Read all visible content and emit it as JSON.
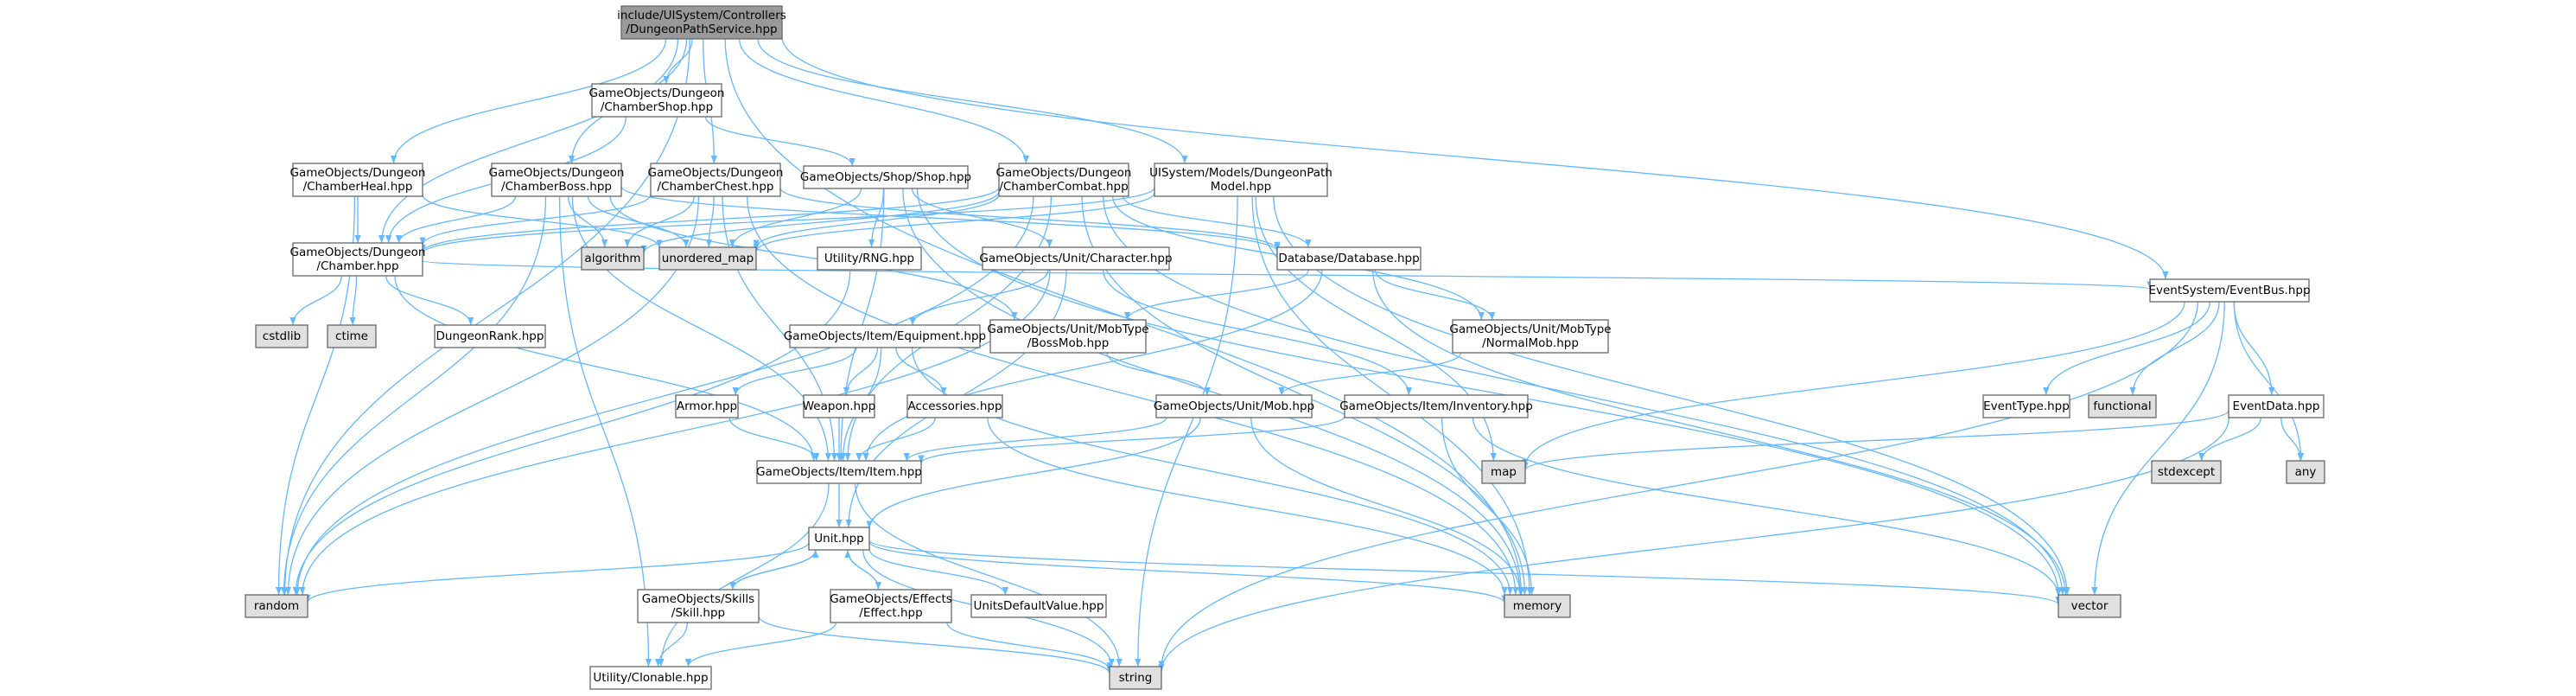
{
  "colors": {
    "edge": "#63b8ff",
    "node_border": "#666666",
    "node_fill": "#ffffff",
    "external_fill": "#e0e0e0",
    "root_fill": "#999999"
  },
  "graph": {
    "nodes": [
      {
        "id": "root",
        "lines": [
          "include/UISystem/Controllers",
          "/DungeonPathService.hpp"
        ],
        "kind": "root"
      },
      {
        "id": "chamberShop",
        "lines": [
          "GameObjects/Dungeon",
          "/ChamberShop.hpp"
        ],
        "kind": "file"
      },
      {
        "id": "chamberHeal",
        "lines": [
          "GameObjects/Dungeon",
          "/ChamberHeal.hpp"
        ],
        "kind": "file"
      },
      {
        "id": "chamberBoss",
        "lines": [
          "GameObjects/Dungeon",
          "/ChamberBoss.hpp"
        ],
        "kind": "file"
      },
      {
        "id": "chamberChest",
        "lines": [
          "GameObjects/Dungeon",
          "/ChamberChest.hpp"
        ],
        "kind": "file"
      },
      {
        "id": "shop",
        "lines": [
          "GameObjects/Shop/Shop.hpp"
        ],
        "kind": "file"
      },
      {
        "id": "chamberCombat",
        "lines": [
          "GameObjects/Dungeon",
          "/ChamberCombat.hpp"
        ],
        "kind": "file"
      },
      {
        "id": "dpModel",
        "lines": [
          "UISystem/Models/DungeonPath",
          "Model.hpp"
        ],
        "kind": "file"
      },
      {
        "id": "chamber",
        "lines": [
          "GameObjects/Dungeon",
          "/Chamber.hpp"
        ],
        "kind": "file"
      },
      {
        "id": "algorithm",
        "lines": [
          "algorithm"
        ],
        "kind": "external"
      },
      {
        "id": "unordered_map",
        "lines": [
          "unordered_map"
        ],
        "kind": "external"
      },
      {
        "id": "rng",
        "lines": [
          "Utility/RNG.hpp"
        ],
        "kind": "file"
      },
      {
        "id": "character",
        "lines": [
          "GameObjects/Unit/Character.hpp"
        ],
        "kind": "file"
      },
      {
        "id": "database",
        "lines": [
          "Database/Database.hpp"
        ],
        "kind": "file"
      },
      {
        "id": "cstdlib",
        "lines": [
          "cstdlib"
        ],
        "kind": "external"
      },
      {
        "id": "ctime",
        "lines": [
          "ctime"
        ],
        "kind": "external"
      },
      {
        "id": "dungeonRank",
        "lines": [
          "DungeonRank.hpp"
        ],
        "kind": "file"
      },
      {
        "id": "equipment",
        "lines": [
          "GameObjects/Item/Equipment.hpp"
        ],
        "kind": "file"
      },
      {
        "id": "bossMob",
        "lines": [
          "GameObjects/Unit/MobType",
          "/BossMob.hpp"
        ],
        "kind": "file"
      },
      {
        "id": "normalMob",
        "lines": [
          "GameObjects/Unit/MobType",
          "/NormalMob.hpp"
        ],
        "kind": "file"
      },
      {
        "id": "eventBus",
        "lines": [
          "EventSystem/EventBus.hpp"
        ],
        "kind": "file"
      },
      {
        "id": "armor",
        "lines": [
          "Armor.hpp"
        ],
        "kind": "file"
      },
      {
        "id": "weapon",
        "lines": [
          "Weapon.hpp"
        ],
        "kind": "file"
      },
      {
        "id": "accessories",
        "lines": [
          "Accessories.hpp"
        ],
        "kind": "file"
      },
      {
        "id": "mob",
        "lines": [
          "GameObjects/Unit/Mob.hpp"
        ],
        "kind": "file"
      },
      {
        "id": "inventory",
        "lines": [
          "GameObjects/Item/Inventory.hpp"
        ],
        "kind": "file"
      },
      {
        "id": "eventType",
        "lines": [
          "EventType.hpp"
        ],
        "kind": "file"
      },
      {
        "id": "functional",
        "lines": [
          "functional"
        ],
        "kind": "external"
      },
      {
        "id": "eventData",
        "lines": [
          "EventData.hpp"
        ],
        "kind": "file"
      },
      {
        "id": "map",
        "lines": [
          "map"
        ],
        "kind": "external"
      },
      {
        "id": "stdexcept",
        "lines": [
          "stdexcept"
        ],
        "kind": "external"
      },
      {
        "id": "any",
        "lines": [
          "any"
        ],
        "kind": "external"
      },
      {
        "id": "item",
        "lines": [
          "GameObjects/Item/Item.hpp"
        ],
        "kind": "file"
      },
      {
        "id": "unit",
        "lines": [
          "Unit.hpp"
        ],
        "kind": "file"
      },
      {
        "id": "random",
        "lines": [
          "random"
        ],
        "kind": "external"
      },
      {
        "id": "skill",
        "lines": [
          "GameObjects/Skills",
          "/Skill.hpp"
        ],
        "kind": "file"
      },
      {
        "id": "effect",
        "lines": [
          "GameObjects/Effects",
          "/Effect.hpp"
        ],
        "kind": "file"
      },
      {
        "id": "unitsDefault",
        "lines": [
          "UnitsDefaultValue.hpp"
        ],
        "kind": "file"
      },
      {
        "id": "memory",
        "lines": [
          "memory"
        ],
        "kind": "external"
      },
      {
        "id": "vector",
        "lines": [
          "vector"
        ],
        "kind": "external"
      },
      {
        "id": "clonable",
        "lines": [
          "Utility/Clonable.hpp"
        ],
        "kind": "file"
      },
      {
        "id": "string",
        "lines": [
          "string"
        ],
        "kind": "external"
      }
    ],
    "edges": [
      [
        "root",
        "chamberShop"
      ],
      [
        "root",
        "chamberHeal"
      ],
      [
        "root",
        "chamberBoss"
      ],
      [
        "root",
        "chamberChest"
      ],
      [
        "root",
        "chamberCombat"
      ],
      [
        "root",
        "dpModel"
      ],
      [
        "root",
        "chamber"
      ],
      [
        "root",
        "eventBus"
      ],
      [
        "root",
        "random"
      ],
      [
        "root",
        "memory"
      ],
      [
        "chamberShop",
        "shop"
      ],
      [
        "chamberShop",
        "chamber"
      ],
      [
        "chamberHeal",
        "chamber"
      ],
      [
        "chamberHeal",
        "unordered_map"
      ],
      [
        "chamberHeal",
        "random"
      ],
      [
        "chamberBoss",
        "chamber"
      ],
      [
        "chamberBoss",
        "algorithm"
      ],
      [
        "chamberBoss",
        "unordered_map"
      ],
      [
        "chamberBoss",
        "random"
      ],
      [
        "chamberBoss",
        "database"
      ],
      [
        "chamberBoss",
        "bossMob"
      ],
      [
        "chamberBoss",
        "item"
      ],
      [
        "chamberBoss",
        "clonable"
      ],
      [
        "chamberChest",
        "chamber"
      ],
      [
        "chamberChest",
        "algorithm"
      ],
      [
        "chamberChest",
        "unordered_map"
      ],
      [
        "chamberChest",
        "random"
      ],
      [
        "chamberChest",
        "database"
      ],
      [
        "chamberChest",
        "item"
      ],
      [
        "chamberChest",
        "memory"
      ],
      [
        "shop",
        "unordered_map"
      ],
      [
        "shop",
        "rng"
      ],
      [
        "shop",
        "character"
      ],
      [
        "shop",
        "item"
      ],
      [
        "shop",
        "memory"
      ],
      [
        "shop",
        "vector"
      ],
      [
        "chamberCombat",
        "chamber"
      ],
      [
        "chamberCombat",
        "algorithm"
      ],
      [
        "chamberCombat",
        "unordered_map"
      ],
      [
        "chamberCombat",
        "database"
      ],
      [
        "chamberCombat",
        "normalMob"
      ],
      [
        "chamberCombat",
        "random"
      ],
      [
        "chamberCombat",
        "item"
      ],
      [
        "chamberCombat",
        "vector"
      ],
      [
        "chamberCombat",
        "memory"
      ],
      [
        "dpModel",
        "chamber"
      ],
      [
        "dpModel",
        "unordered_map"
      ],
      [
        "dpModel",
        "map"
      ],
      [
        "dpModel",
        "memory"
      ],
      [
        "dpModel",
        "vector"
      ],
      [
        "dpModel",
        "string"
      ],
      [
        "chamber",
        "cstdlib"
      ],
      [
        "chamber",
        "ctime"
      ],
      [
        "chamber",
        "dungeonRank"
      ],
      [
        "chamber",
        "eventBus"
      ],
      [
        "chamber",
        "item"
      ],
      [
        "rng",
        "random"
      ],
      [
        "character",
        "equipment"
      ],
      [
        "character",
        "inventory"
      ],
      [
        "character",
        "unit"
      ],
      [
        "character",
        "random"
      ],
      [
        "database",
        "bossMob"
      ],
      [
        "database",
        "normalMob"
      ],
      [
        "database",
        "item"
      ],
      [
        "database",
        "vector"
      ],
      [
        "equipment",
        "armor"
      ],
      [
        "equipment",
        "weapon"
      ],
      [
        "equipment",
        "accessories"
      ],
      [
        "equipment",
        "item"
      ],
      [
        "equipment",
        "memory"
      ],
      [
        "bossMob",
        "mob"
      ],
      [
        "normalMob",
        "mob"
      ],
      [
        "eventBus",
        "eventType"
      ],
      [
        "eventBus",
        "functional"
      ],
      [
        "eventBus",
        "eventData"
      ],
      [
        "eventBus",
        "map"
      ],
      [
        "eventBus",
        "any"
      ],
      [
        "eventBus",
        "vector"
      ],
      [
        "eventBus",
        "string"
      ],
      [
        "armor",
        "item"
      ],
      [
        "weapon",
        "item"
      ],
      [
        "accessories",
        "item"
      ],
      [
        "accessories",
        "memory"
      ],
      [
        "mob",
        "item"
      ],
      [
        "mob",
        "unit"
      ],
      [
        "mob",
        "memory"
      ],
      [
        "inventory",
        "item"
      ],
      [
        "inventory",
        "memory"
      ],
      [
        "inventory",
        "vector"
      ],
      [
        "eventData",
        "map"
      ],
      [
        "eventData",
        "stdexcept"
      ],
      [
        "eventData",
        "any"
      ],
      [
        "eventData",
        "string"
      ],
      [
        "item",
        "unit"
      ],
      [
        "item",
        "clonable"
      ],
      [
        "item",
        "string"
      ],
      [
        "unit",
        "random"
      ],
      [
        "unit",
        "skill"
      ],
      [
        "unit",
        "effect"
      ],
      [
        "unit",
        "unitsDefault"
      ],
      [
        "unit",
        "memory"
      ],
      [
        "unit",
        "vector"
      ],
      [
        "unit",
        "string"
      ],
      [
        "skill",
        "unit"
      ],
      [
        "skill",
        "clonable"
      ],
      [
        "skill",
        "string"
      ],
      [
        "effect",
        "unit"
      ],
      [
        "effect",
        "clonable"
      ],
      [
        "effect",
        "string"
      ]
    ]
  }
}
